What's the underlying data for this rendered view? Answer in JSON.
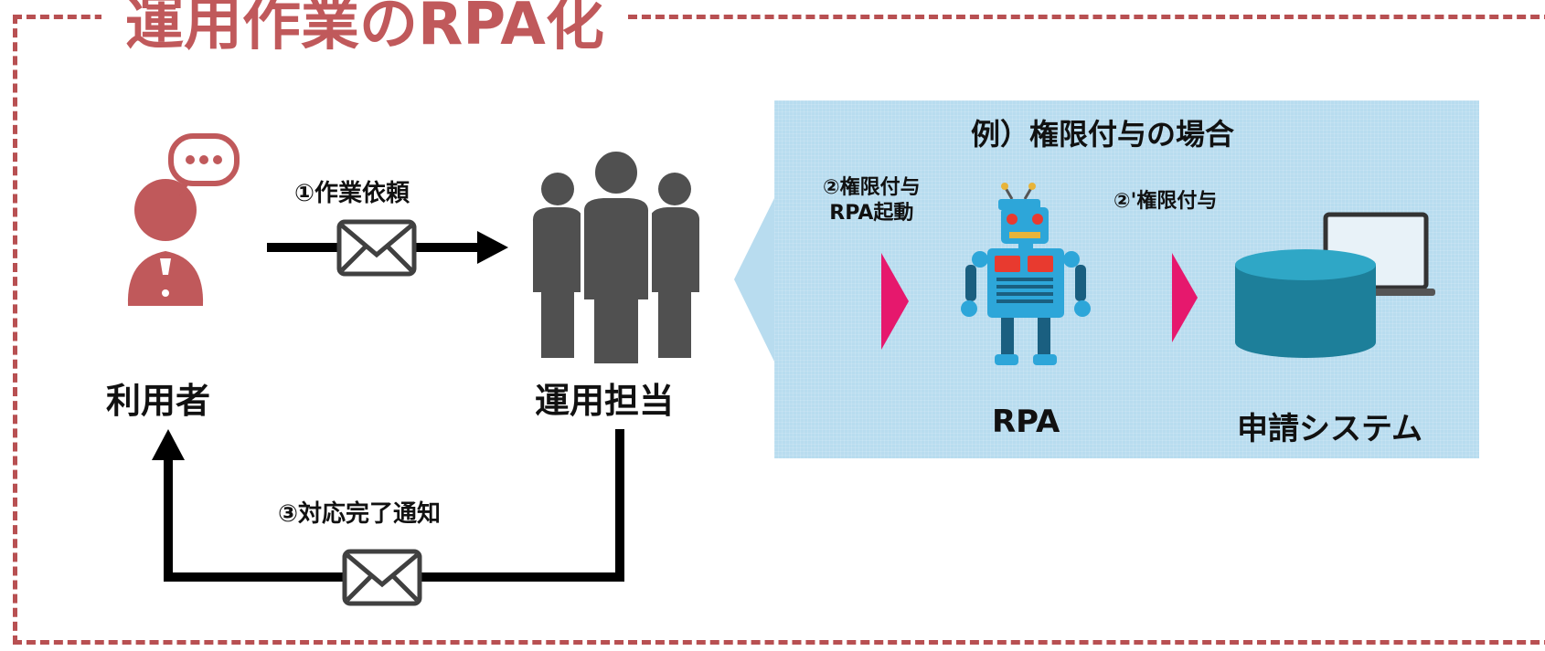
{
  "title": "運用作業のRPA化",
  "actors": {
    "user": "利用者",
    "operator": "運用担当",
    "rpa": "RPA",
    "system": "申請システム"
  },
  "steps": {
    "request": "①作業依頼",
    "rpa_launch_line1": "②権限付与",
    "rpa_launch_line2": "RPA起動",
    "grant": "②'権限付与",
    "notify": "③対応完了通知"
  },
  "example": {
    "title": "例）権限付与の場合"
  },
  "icons": [
    "user-with-speech-bubble-icon",
    "envelope-icon",
    "group-people-icon",
    "robot-icon",
    "database-icon",
    "laptop-icon",
    "arrow-right-icon",
    "arrow-up-icon"
  ],
  "colors": {
    "title": "#c0595b",
    "frame": "#b85052",
    "user_icon": "#c0595b",
    "people_icon": "#505050",
    "panel": "#b8dcef",
    "chevron": "#e6186d",
    "database": "#1d8aa8"
  }
}
